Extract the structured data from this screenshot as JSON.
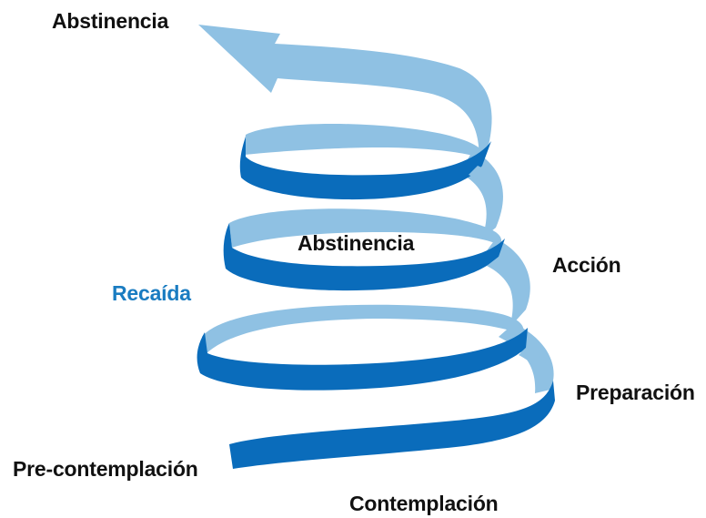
{
  "diagram": {
    "stages": {
      "abstinence_top": "Abstinencia",
      "abstinence_center": "Abstinencia",
      "action": "Acción",
      "relapse": "Recaída",
      "preparation": "Preparación",
      "precontemplation": "Pre-contemplación",
      "contemplation": "Contemplación"
    },
    "colors": {
      "ribbon_front": "#0a6cbb",
      "ribbon_back": "#8fc1e3",
      "relapse_text": "#1a7cc1",
      "label_text": "#111111"
    }
  }
}
